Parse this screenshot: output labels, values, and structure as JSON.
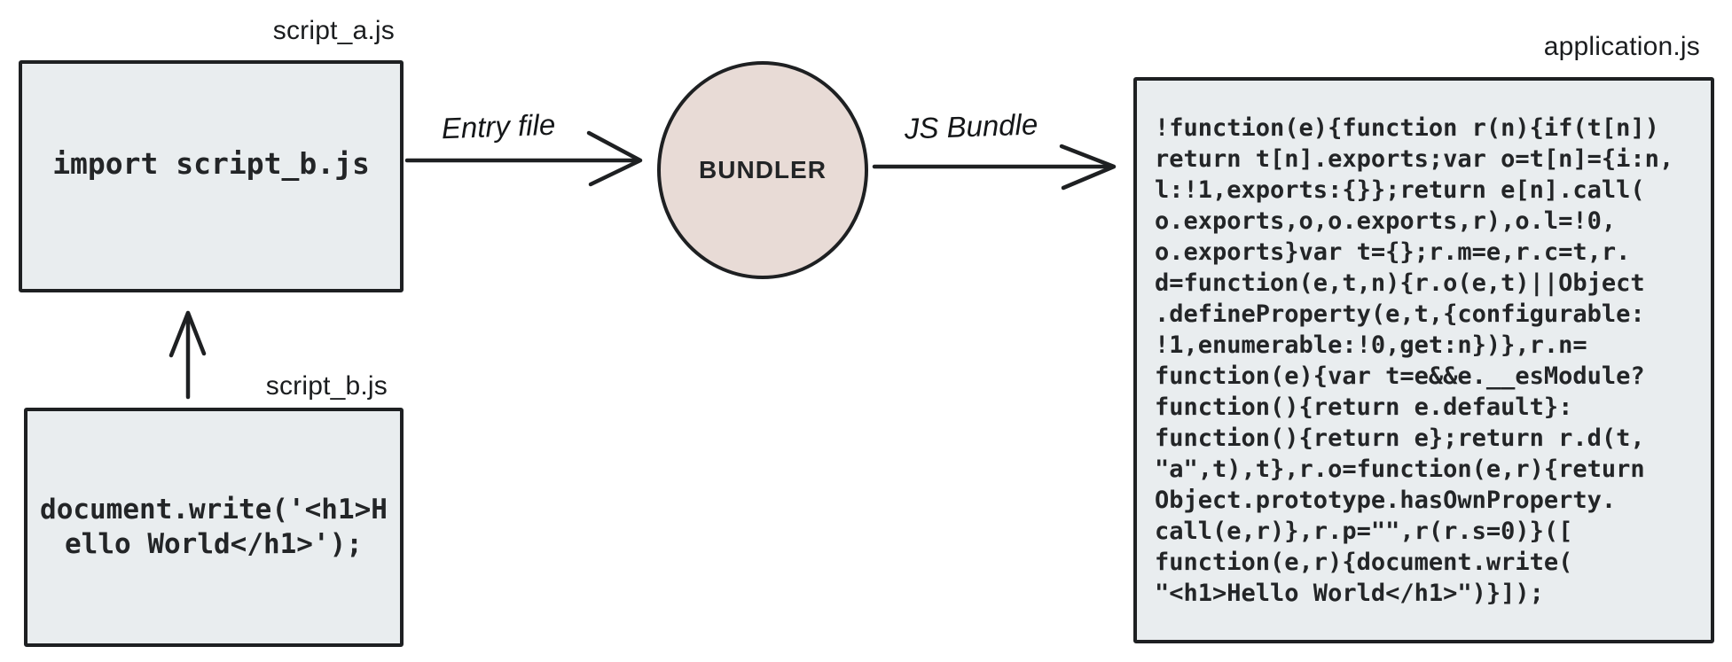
{
  "colors": {
    "box_fill": "#e9edef",
    "circle_fill": "#e8dbd6",
    "stroke": "#1e2022"
  },
  "nodes": {
    "script_a": {
      "label": "script_a.js",
      "code": "import script_b.js"
    },
    "script_b": {
      "label": "script_b.js",
      "code_lines": [
        "document.write('<h1>H",
        "ello World</h1>');"
      ]
    },
    "bundler": {
      "label": "BUNDLER"
    },
    "application": {
      "label": "application.js",
      "code_lines": [
        "!function(e){function r(n){if(t[n])",
        "return t[n].exports;var o=t[n]={i:n,",
        "l:!1,exports:{}};return e[n].call(",
        "o.exports,o,o.exports,r),o.l=!0,",
        "o.exports}var t={};r.m=e,r.c=t,r.",
        "d=function(e,t,n){r.o(e,t)||Object",
        ".defineProperty(e,t,{configurable:",
        "!1,enumerable:!0,get:n})},r.n=",
        "function(e){var t=e&&e.__esModule?",
        "function(){return e.default}:",
        "function(){return e};return r.d(t,",
        "\"a\",t),t},r.o=function(e,r){return",
        "Object.prototype.hasOwnProperty.",
        "call(e,r)},r.p=\"\",r(r.s=0)}([",
        "function(e,r){document.write(",
        "\"<h1>Hello World</h1>\")}]);"
      ]
    }
  },
  "edges": {
    "entry": {
      "label": "Entry file"
    },
    "bundle": {
      "label": "JS Bundle"
    }
  }
}
